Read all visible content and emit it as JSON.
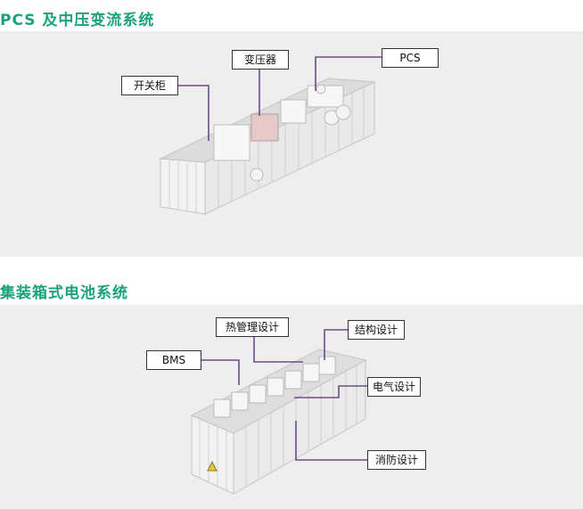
{
  "section1": {
    "title": "PCS 及中压变流系统",
    "labels": {
      "switchgear": "开关柜",
      "transformer": "变压器",
      "pcs": "PCS"
    }
  },
  "section2": {
    "title": "集装箱式电池系统",
    "labels": {
      "thermal": "热管理设计",
      "structure": "结构设计",
      "bms": "BMS",
      "electrical": "电气设计",
      "fire": "消防设计"
    }
  },
  "colors": {
    "title": "#1aa37a",
    "leader_line": "#6b4c8a",
    "panel_bg": "#eeeeee"
  }
}
